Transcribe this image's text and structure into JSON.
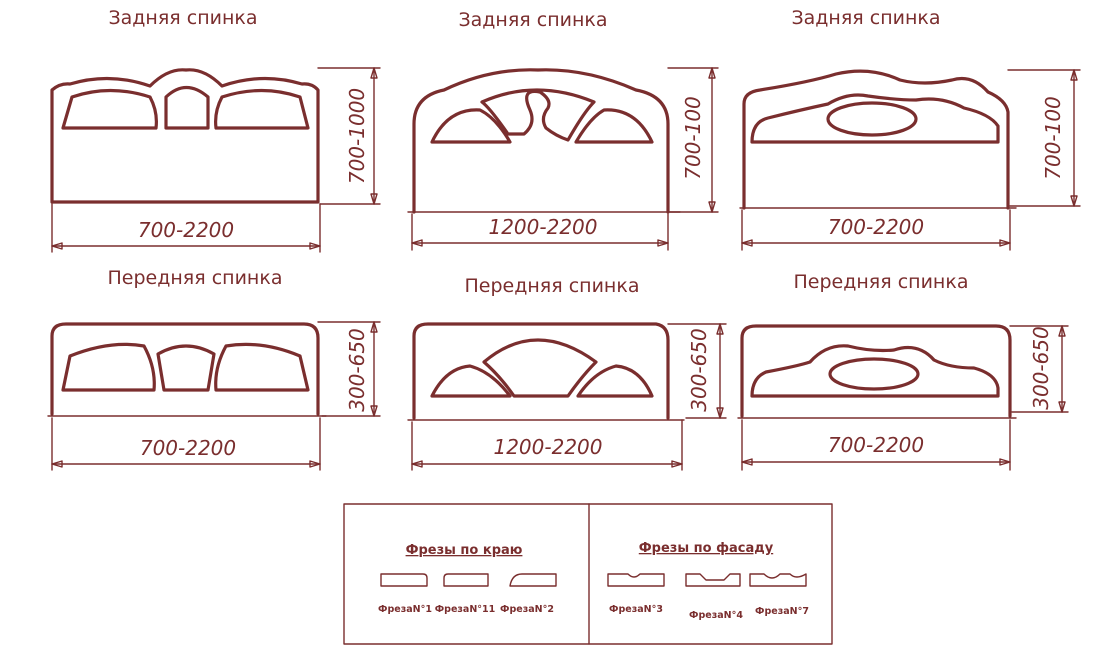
{
  "colors": {
    "ink": "#7a2e2e",
    "background": "#ffffff"
  },
  "panels": [
    {
      "title": "Задняя спинка",
      "width_label": "700-2200",
      "height_label": "700-1000"
    },
    {
      "title": "Задняя спинка",
      "width_label": "1200-2200",
      "height_label": "700-100"
    },
    {
      "title": "Задняя спинка",
      "width_label": "700-2200",
      "height_label": "700-100"
    },
    {
      "title": "Передняя спинка",
      "width_label": "700-2200",
      "height_label": "300-650"
    },
    {
      "title": "Передняя спинка",
      "width_label": "1200-2200",
      "height_label": "300-650"
    },
    {
      "title": "Передняя спинка",
      "width_label": "700-2200",
      "height_label": "300-650"
    }
  ],
  "legend": {
    "edge_heading": "Фрезы по краю",
    "facade_heading": "Фрезы по фасаду",
    "edge_cutters": [
      "ФрезаN°1",
      "ФрезаN°11",
      "ФрезаN°2"
    ],
    "facade_cutters": [
      "ФрезаN°3",
      "ФрезаN°4",
      "ФрезаN°7"
    ]
  }
}
